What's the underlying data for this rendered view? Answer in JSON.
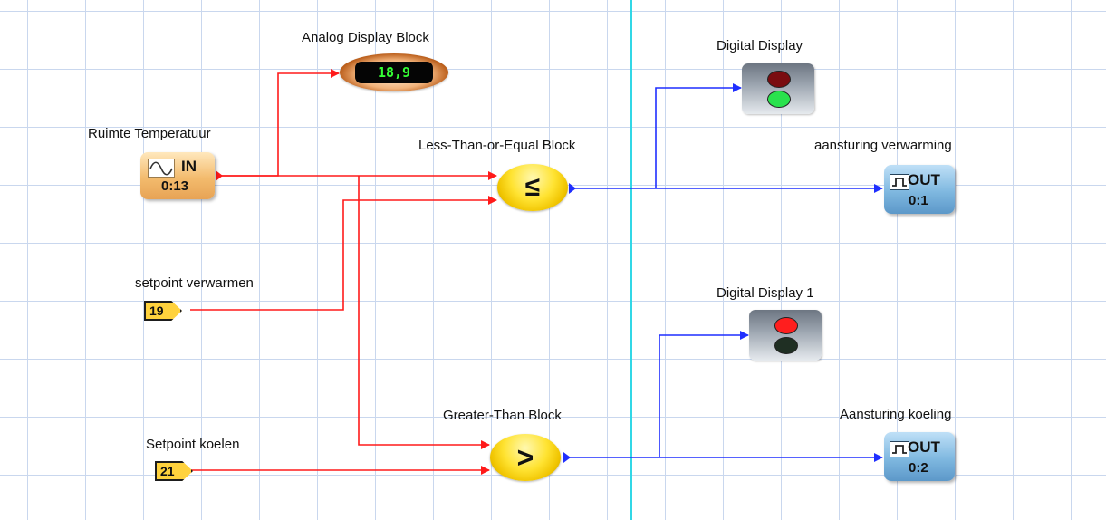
{
  "colors": {
    "grid": "#c9d7ee",
    "guide_line": "#31d7e6",
    "analog_wire": "#ff1a1a",
    "digital_wire": "#1f2fff",
    "display_text": "#35ff35"
  },
  "blocks": {
    "analog_display": {
      "label": "Analog Display Block",
      "value": "18,9"
    },
    "input": {
      "label": "Ruimte Temperatuur",
      "type": "IN",
      "address": "0:13",
      "icon": "sine-wave-icon"
    },
    "setpoint_heat": {
      "label": "setpoint verwarmen",
      "value": "19"
    },
    "setpoint_cool": {
      "label": "Setpoint koelen",
      "value": "21"
    },
    "le_block": {
      "label": "Less-Than-or-Equal Block",
      "symbol": "≤"
    },
    "gt_block": {
      "label": "Greater-Than Block",
      "symbol": ">"
    },
    "digital_display": {
      "label": "Digital Display",
      "state": "green-on"
    },
    "digital_display_1": {
      "label": "Digital Display 1",
      "state": "red-on"
    },
    "out_heat": {
      "label": "aansturing verwarming",
      "type": "OUT",
      "address": "0:1",
      "icon": "pulse-icon"
    },
    "out_cool": {
      "label": "Aansturing koeling",
      "type": "OUT",
      "address": "0:2",
      "icon": "pulse-icon"
    }
  }
}
